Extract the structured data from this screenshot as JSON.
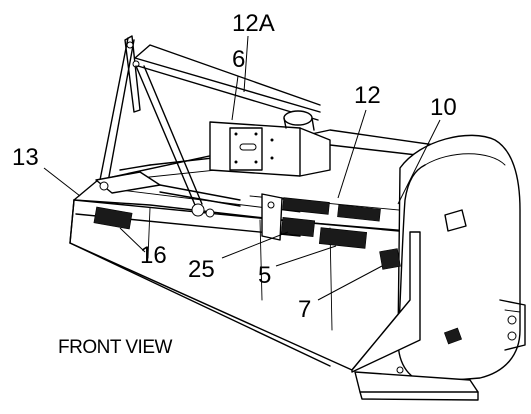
{
  "callouts": {
    "c12a": "12A",
    "c6": "6",
    "c12": "12",
    "c10": "10",
    "c13": "13",
    "c16": "16",
    "c25": "25",
    "c5": "5",
    "c7": "7"
  },
  "caption": "FRONT VIEW",
  "colors": {
    "ink": "#000000",
    "paper": "#ffffff"
  }
}
